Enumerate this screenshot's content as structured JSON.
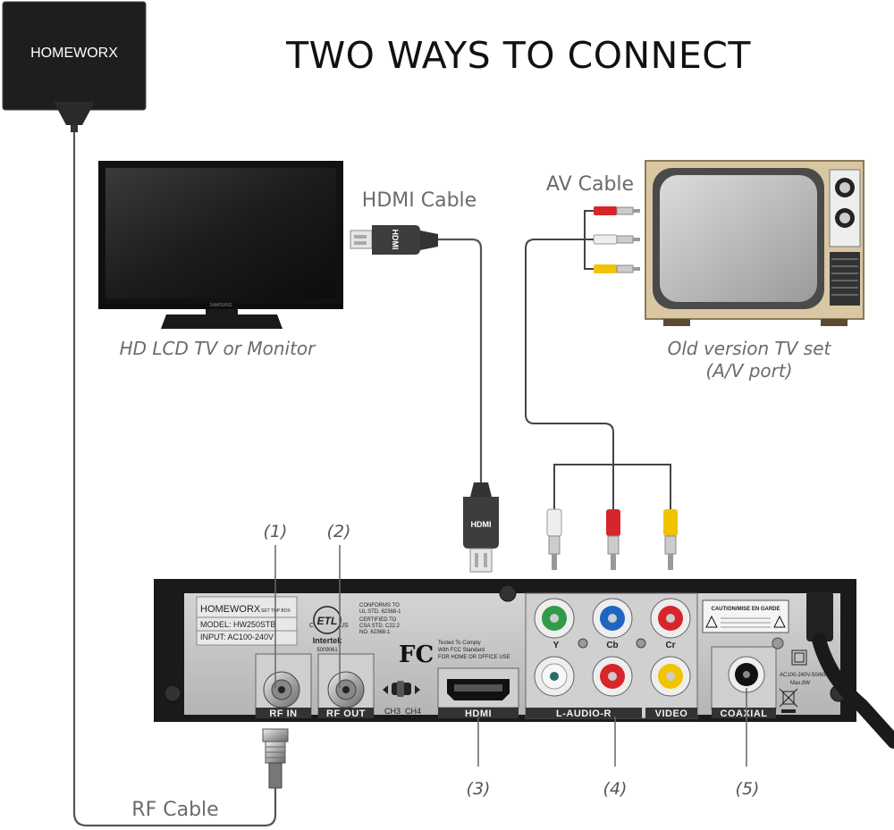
{
  "title": "TWO WAYS TO CONNECT",
  "antenna": {
    "brand": "HOMEWORX"
  },
  "hd_tv": {
    "brand": "SAMSUNG",
    "caption": "HD LCD TV or Monitor"
  },
  "old_tv": {
    "caption_line1": "Old version TV set",
    "caption_line2": "(A/V port)"
  },
  "cables": {
    "hdmi": "HDMI Cable",
    "av": "AV Cable",
    "rf": "RF Cable",
    "hdmi_plug": "HDMI"
  },
  "callouts": [
    "(1)",
    "(2)",
    "(3)",
    "(4)",
    "(5)"
  ],
  "stb": {
    "brand": "HOMEWORX",
    "type": "SET TOP BOX",
    "model": "MODEL: HW250STB",
    "input": "INPUT: AC100-240V",
    "conforms": [
      "CONFORMS TO",
      "UL STD. 62368-1",
      "CERTIFIED TO",
      "CSA STD. C22.2",
      "NO. 62368-1"
    ],
    "etl": "ETL",
    "etl_c": "C",
    "etl_us": "US",
    "intertek": "Intertek",
    "intertek_no": "5009061",
    "fcc_logo": "FC",
    "fcc_text": [
      "Tested To Comply",
      "With FCC Standard",
      "FOR HOME OR OFFICE USE"
    ],
    "caution": "CAUTION/MISE EN GARDE",
    "power_rating": [
      "AC100-240V-50/60Hz",
      "Max.8W"
    ],
    "ports": {
      "rf_in": "RF IN",
      "rf_out": "RF OUT",
      "ch3": "CH3",
      "ch4": "CH4",
      "hdmi": "HDMI",
      "audio": "L-AUDIO-R",
      "video": "VIDEO",
      "coaxial": "COAXIAL",
      "y": "Y",
      "cb": "Cb",
      "cr": "Cr"
    }
  },
  "colors": {
    "red": "#d7262b",
    "white": "#eeeeee",
    "yellow": "#f2c400",
    "green": "#2f9b4a",
    "blue": "#1f66c2",
    "cable": "#444444"
  }
}
